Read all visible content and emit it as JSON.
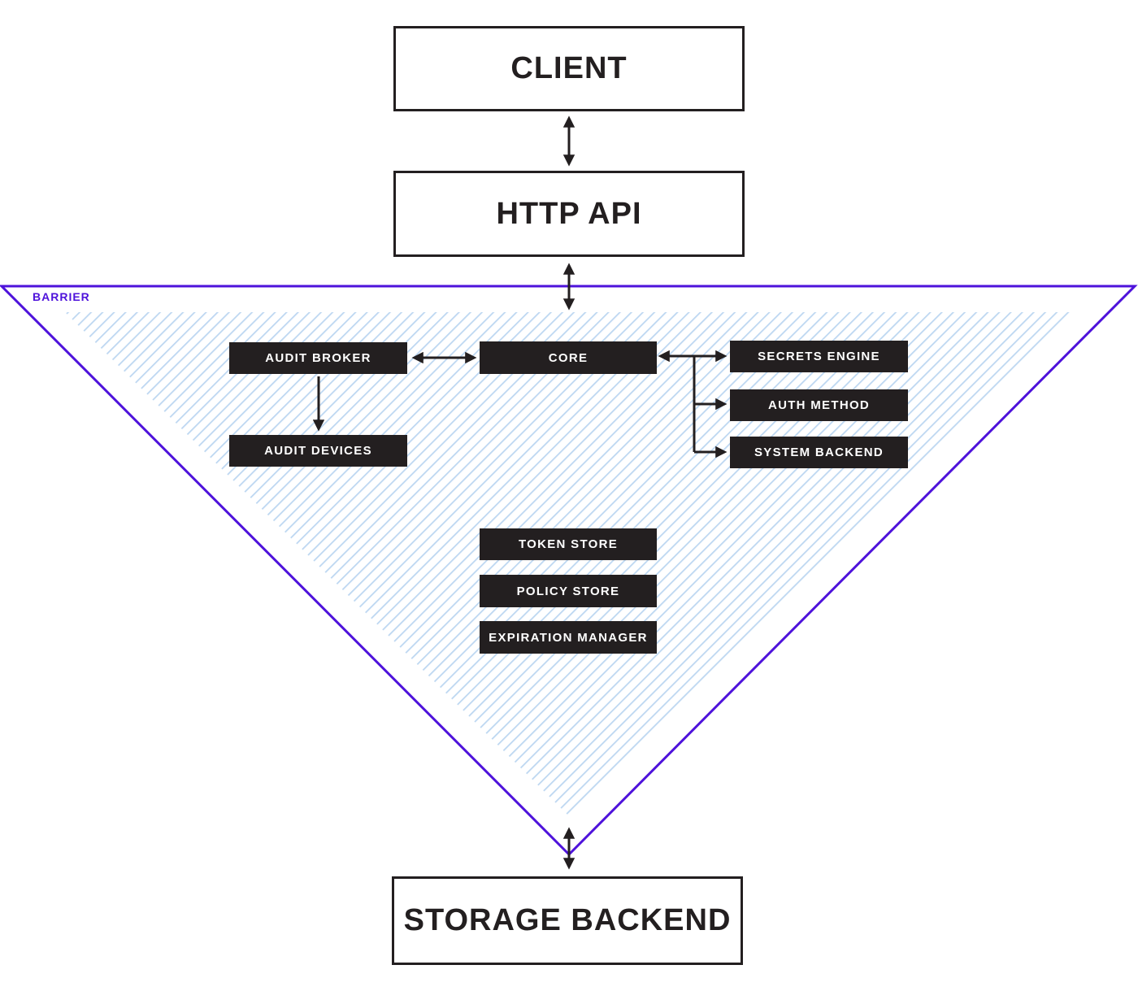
{
  "diagram": {
    "nodes": {
      "client": "CLIENT",
      "http_api": "HTTP API",
      "storage_backend": "STORAGE BACKEND",
      "audit_broker": "AUDIT BROKER",
      "audit_devices": "AUDIT DEVICES",
      "core": "CORE",
      "secrets_engine": "SECRETS ENGINE",
      "auth_method": "AUTH METHOD",
      "system_backend": "SYSTEM BACKEND",
      "token_store": "TOKEN STORE",
      "policy_store": "POLICY STORE",
      "expiration_manager": "EXPIRATION MANAGER"
    },
    "barrier_label": "BARRIER",
    "colors": {
      "barrier_purple": "#4E12DB",
      "box_dark": "#231F20",
      "hatch_blue": "#BDD7F1",
      "background": "#FFFFFF"
    }
  }
}
